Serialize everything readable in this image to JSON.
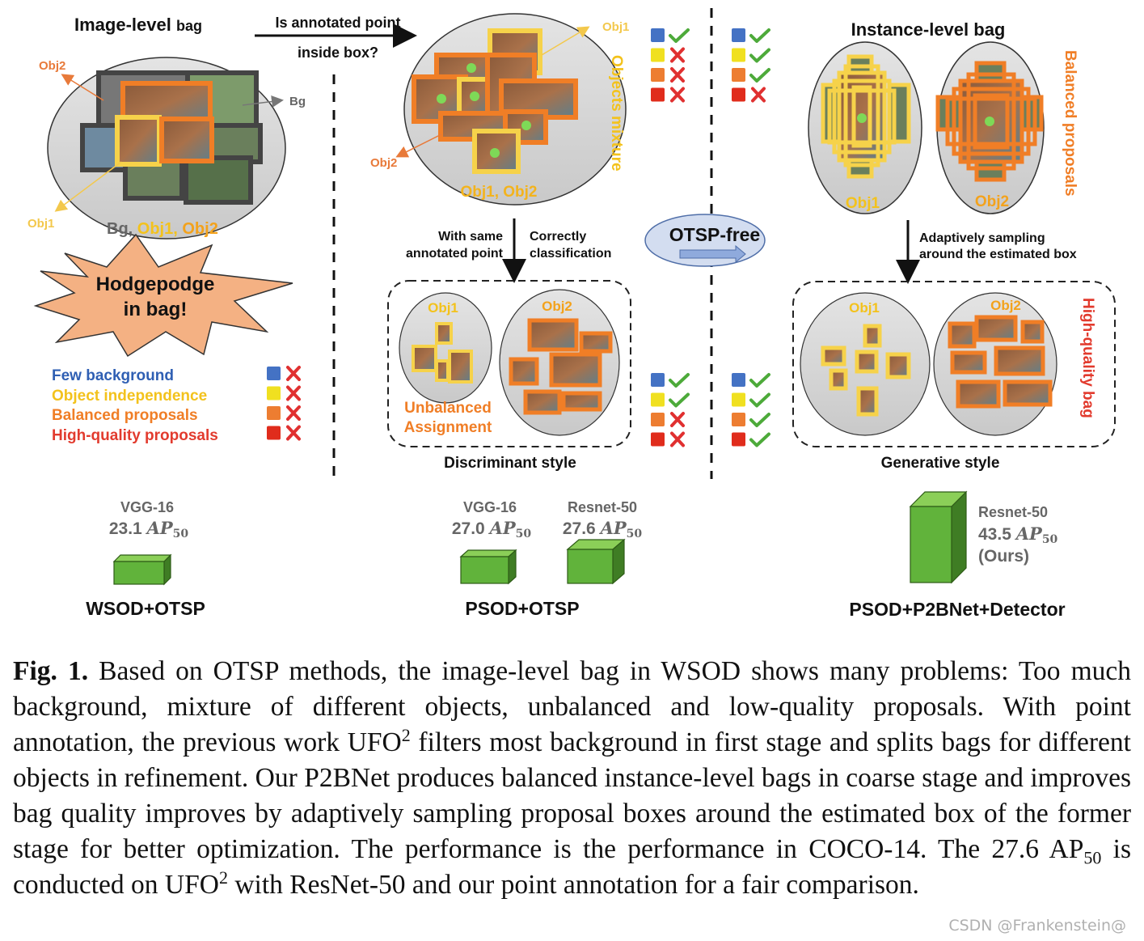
{
  "figure": {
    "image_bag_title": "Image-level",
    "image_bag_title_small": "bag",
    "arrow_question_1": "Is annotated point",
    "arrow_question_2": "inside box?",
    "instance_bag_title": "Instance-level bag",
    "labels": {
      "obj1": "Obj1",
      "obj2": "Obj2",
      "bg": "Bg",
      "bag_content_bg": "Bg,",
      "bag_content_obj1": "Obj1,",
      "bag_content_obj2": "Obj2",
      "objs_pair": "Obj1, Obj2",
      "objects_mixture": "Objects mixture",
      "balanced_proposals": "Balanced proposals",
      "high_quality_bag": "High-quality bag",
      "unbalanced_1": "Unbalanced",
      "unbalanced_2": "Assignment"
    },
    "burst_line1": "Hodgepodge",
    "burst_line2": "in bag!",
    "legend": [
      {
        "label": "Few background",
        "color": "#2f5fb3"
      },
      {
        "label": "Object independence",
        "color": "#f3c21c"
      },
      {
        "label": "Balanced proposals",
        "color": "#f07e26"
      },
      {
        "label": "High-quality proposals",
        "color": "#e23b2e"
      }
    ],
    "square_colors": [
      "#4472c4",
      "#f0e020",
      "#ed7d31",
      "#e02c1c"
    ],
    "check_color": "#4daa3a",
    "cross_color": "#e03030",
    "otsp_free": "OTSP-free",
    "arrow_note_left_1": "With same",
    "arrow_note_left_2": "annotated point",
    "arrow_note_right_1": "Correctly",
    "arrow_note_right_2": "classification",
    "arrow_note_gen_1": "Adaptively sampling",
    "arrow_note_gen_2": "around the estimated box",
    "discriminant_style": "Discriminant style",
    "generative_style": "Generative style",
    "bars": [
      {
        "backbone": "VGG-16",
        "value": "23.1",
        "metric": "AP",
        "metric_sub": "50",
        "extra": "",
        "group": "WSOD+OTSP"
      },
      {
        "backbone": "VGG-16",
        "value": "27.0",
        "metric": "AP",
        "metric_sub": "50",
        "extra": "",
        "group": "PSOD+OTSP"
      },
      {
        "backbone": "Resnet-50",
        "value": "27.6",
        "metric": "AP",
        "metric_sub": "50",
        "extra": "",
        "group": "PSOD+OTSP"
      },
      {
        "backbone": "Resnet-50",
        "value": "43.5",
        "metric": "AP",
        "metric_sub": "50",
        "extra": "(Ours)",
        "group": "PSOD+P2BNet+Detector"
      }
    ],
    "group_labels": [
      "WSOD+OTSP",
      "PSOD+OTSP",
      "PSOD+P2BNet+Detector"
    ]
  },
  "caption": {
    "label": "Fig. 1.",
    "p1": " Based on OTSP methods, the image-level bag in WSOD shows many problems: Too much background, mixture of different objects, unbalanced and low-quality proposals. With point annotation, the previous work UFO",
    "sup1": "2",
    "p2": " filters most background in first stage and splits bags for different objects in refinement. Our P2BNet produces balanced instance-level bags in coarse stage and improves bag quality improves by adaptively sampling proposal boxes around the estimated box of the former stage for better optimization. The performance is the performance in COCO-14. The 27.6 AP",
    "sub1": "50",
    "p3": " is conducted on UFO",
    "sup2": "2",
    "p4": " with ResNet-50 and our point annotation for a fair comparison."
  },
  "watermark": "CSDN @Frankenstein@"
}
